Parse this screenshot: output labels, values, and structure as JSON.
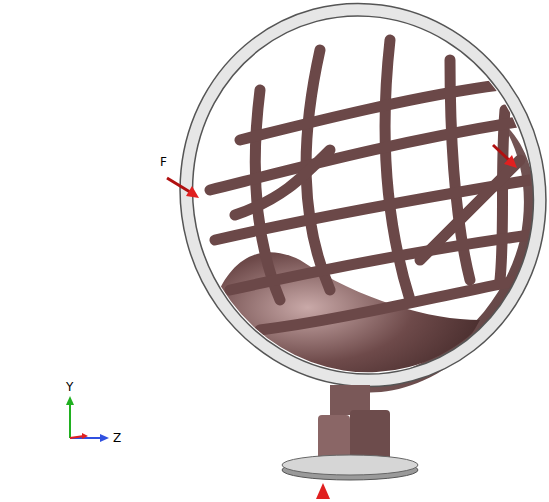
{
  "diagram": {
    "labels": [
      "F",
      "Y",
      "Z"
    ]
  }
}
